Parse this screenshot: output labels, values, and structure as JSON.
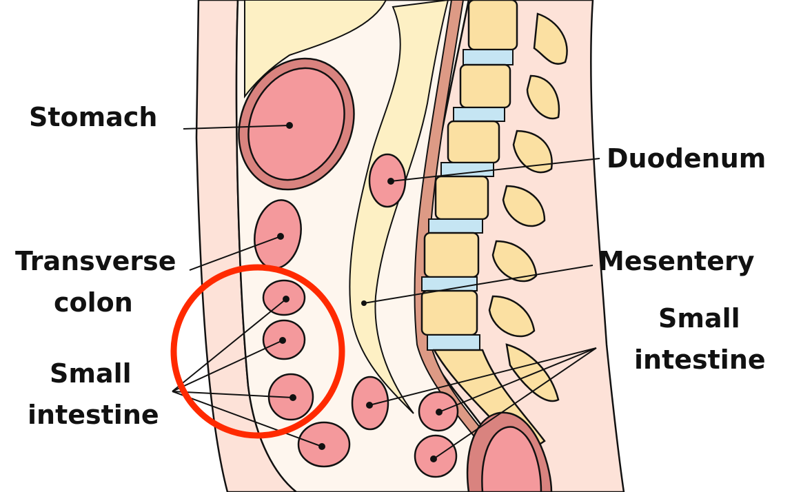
{
  "labels": {
    "stomach": "Stomach",
    "transverse_colon_1": "Transverse",
    "transverse_colon_2": "colon",
    "small_intestine_left_1": "Small",
    "small_intestine_left_2": "intestine",
    "duodenum": "Duodenum",
    "mesentery": "Mesentery",
    "small_intestine_right_1": "Small",
    "small_intestine_right_2": "intestine"
  },
  "colors": {
    "body_wall": "#fde2d8",
    "fat": "#fdf0c4",
    "peritoneum": "#fef6ee",
    "organ": "#f4999c",
    "organ_wall": "#d9837f",
    "vertebra": "#fbe0a2",
    "disc": "#c5e5f3",
    "highlight_circle": "#ff2a00"
  }
}
